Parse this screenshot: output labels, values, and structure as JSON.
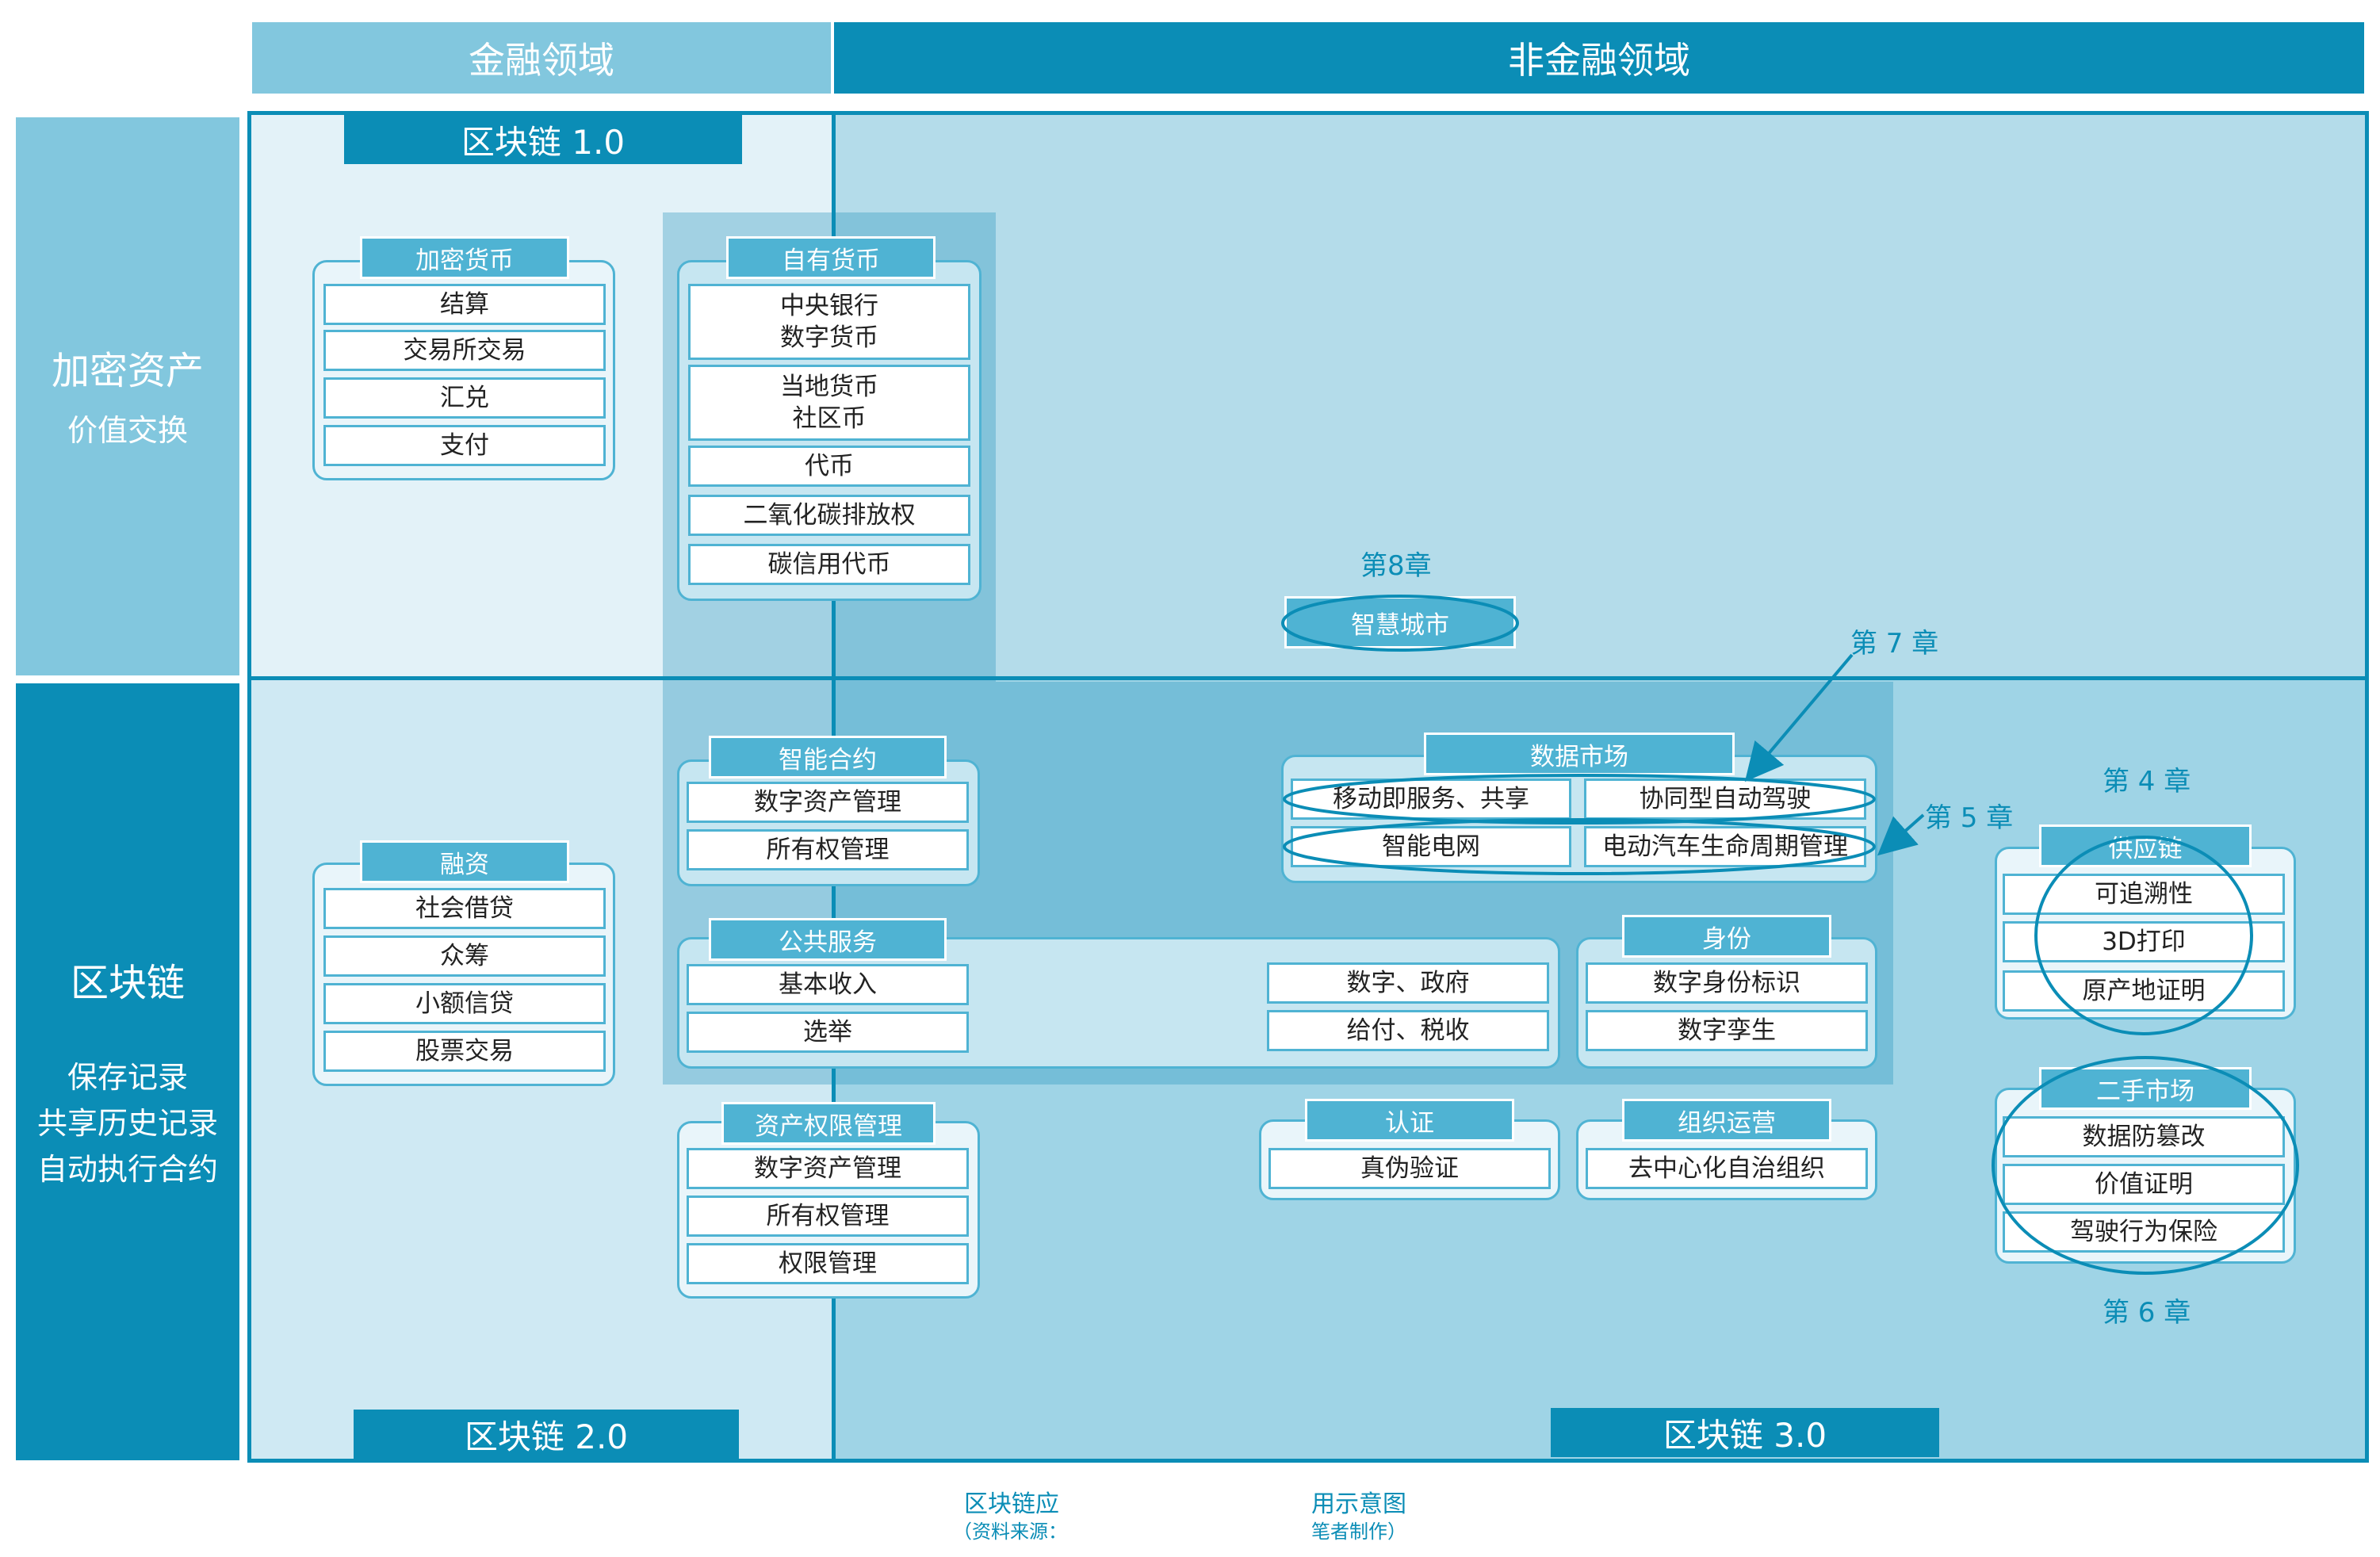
{
  "headers": {
    "financial": "金融领域",
    "non_financial": "非金融领域"
  },
  "side": {
    "crypto_title": "加密资产",
    "crypto_sub": "价值交换",
    "chain_title": "区块链",
    "chain_sub": [
      "保存记录",
      "共享历史记录",
      "自动执行合约"
    ]
  },
  "versions": {
    "v1": "区块链 1.0",
    "v2": "区块链 2.0",
    "v3": "区块链 3.0"
  },
  "groups": {
    "crypto_currency": {
      "label": "加密货币",
      "items": [
        "结算",
        "交易所交易",
        "汇兑",
        "支付"
      ]
    },
    "own_currency": {
      "label": "自有货币",
      "items": [
        "中央银行\n数字货币",
        "当地货币\n社区币",
        "代币",
        "二氧化碳排放权",
        "碳信用代币"
      ]
    },
    "financing": {
      "label": "融资",
      "items": [
        "社会借贷",
        "众筹",
        "小额信贷",
        "股票交易"
      ]
    },
    "smart_contract": {
      "label": "智能合约",
      "items": [
        "数字资产管理",
        "所有权管理"
      ]
    },
    "public_service": {
      "label": "公共服务",
      "items": [
        "基本收入",
        "选举",
        "数字、政府",
        "给付、税收"
      ]
    },
    "identity": {
      "label": "身份",
      "items": [
        "数字身份标识",
        "数字孪生"
      ]
    },
    "asset_rights": {
      "label": "资产权限管理",
      "items": [
        "数字资产管理",
        "所有权管理",
        "权限管理"
      ]
    },
    "data_market": {
      "label": "数据市场",
      "items": [
        "移动即服务、共享",
        "协同型自动驾驶",
        "智能电网",
        "电动汽车生命周期管理"
      ]
    },
    "certification": {
      "label": "认证",
      "items": [
        "真伪验证"
      ]
    },
    "org_ops": {
      "label": "组织运营",
      "items": [
        "去中心化自治组织"
      ]
    },
    "supply_chain": {
      "label": "供应链",
      "items": [
        "可追溯性",
        "3D打印",
        "原产地证明"
      ]
    },
    "secondhand": {
      "label": "二手市场",
      "items": [
        "数据防篡改",
        "价值证明",
        "驾驶行为保险"
      ]
    },
    "smart_city": {
      "label": "智慧城市"
    }
  },
  "chapters": {
    "ch4": "第 4 章",
    "ch5": "第 5 章",
    "ch6": "第 6 章",
    "ch7": "第 7 章",
    "ch8": "第8章"
  },
  "caption": {
    "left": "区块链应",
    "left_small": "（资料来源：",
    "right": "用示意图",
    "right_small": "笔者制作）"
  },
  "colors": {
    "dark": "#0b8db6",
    "light": "#82c7de",
    "accent": "#4fb3d3"
  }
}
